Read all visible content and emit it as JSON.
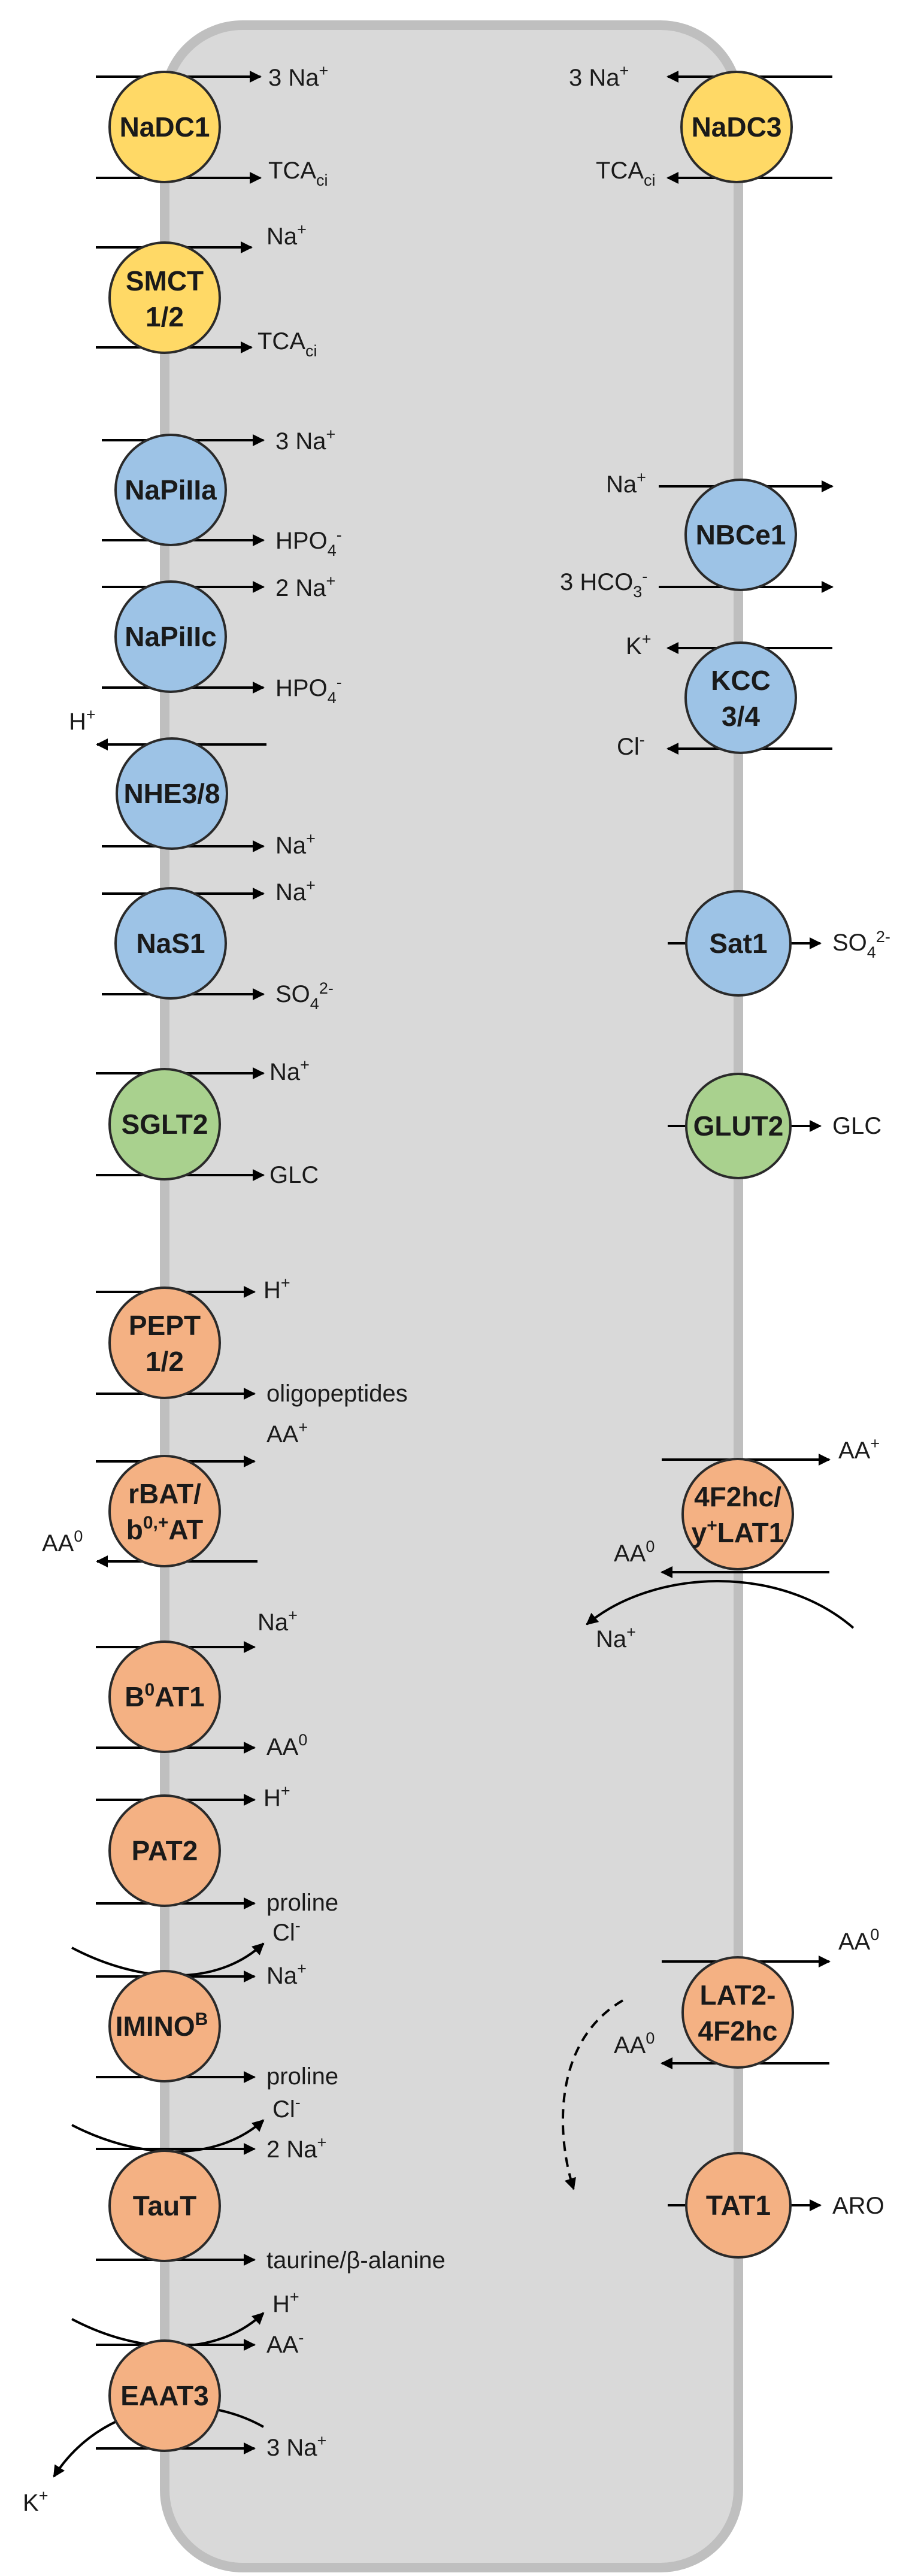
{
  "colors": {
    "yellow": "#FFD966",
    "blue": "#9DC3E6",
    "green": "#A9D18E",
    "orange": "#F4B183",
    "cell": "#D9D9D9",
    "cell_border": "#BFBFBF"
  },
  "transporters": {
    "nadc1": {
      "name": "NaDC1",
      "color": "yellow"
    },
    "nadc3": {
      "name": "NaDC3",
      "color": "yellow"
    },
    "smct": {
      "l1": "SMCT",
      "l2": "1/2",
      "color": "yellow"
    },
    "napiia": {
      "name": "NaPiIIa",
      "color": "blue"
    },
    "napiic": {
      "name": "NaPiIIc",
      "color": "blue"
    },
    "nbce1": {
      "name": "NBCe1",
      "color": "blue"
    },
    "kcc": {
      "l1": "KCC",
      "l2": "3/4",
      "color": "blue"
    },
    "nhe": {
      "name": "NHE3/8",
      "color": "blue"
    },
    "nas1": {
      "name": "NaS1",
      "color": "blue"
    },
    "sat1": {
      "name": "Sat1",
      "color": "blue"
    },
    "sglt2": {
      "name": "SGLT2",
      "color": "green"
    },
    "glut2": {
      "name": "GLUT2",
      "color": "green"
    },
    "pept": {
      "l1": "PEPT",
      "l2": "1/2",
      "color": "orange"
    },
    "rbat": {
      "l1": "rBAT/",
      "l2_base": "b",
      "l2_sup": "0,+",
      "l2_end": "AT",
      "color": "orange"
    },
    "f2hc": {
      "l1": "4F2hc/",
      "l2_base": "y",
      "l2_sup": "+",
      "l2_end": "LAT1",
      "color": "orange"
    },
    "b0at1": {
      "base": "B",
      "sup": "0",
      "end": "AT1",
      "color": "orange"
    },
    "pat2": {
      "name": "PAT2",
      "color": "orange"
    },
    "imino": {
      "base": "IMINO",
      "sup": "B",
      "color": "orange"
    },
    "lat2": {
      "l1": "LAT2-",
      "l2": "4F2hc",
      "color": "orange"
    },
    "taut": {
      "name": "TauT",
      "color": "orange"
    },
    "tat1": {
      "name": "TAT1",
      "color": "orange"
    },
    "eaat3": {
      "name": "EAAT3",
      "color": "orange"
    }
  },
  "labels": {
    "nadc1_na": {
      "base": "3 Na",
      "sup": "+"
    },
    "nadc1_tca": {
      "base": "TCA",
      "sub": "ci"
    },
    "nadc3_na": {
      "base": "3 Na",
      "sup": "+"
    },
    "nadc3_tca": {
      "base": "TCA",
      "sub": "ci"
    },
    "smct_na": {
      "base": "Na",
      "sup": "+"
    },
    "smct_tca": {
      "base": "TCA",
      "sub": "ci"
    },
    "napiia_na": {
      "base": "3 Na",
      "sup": "+"
    },
    "napiia_hpo": {
      "base": "HPO",
      "sub": "4",
      "sup": "-"
    },
    "nbce1_na": {
      "base": "Na",
      "sup": "+"
    },
    "nbce1_hco": {
      "base": "3 HCO",
      "sub": "3",
      "sup": "-"
    },
    "napiic_na": {
      "base": "2 Na",
      "sup": "+"
    },
    "napiic_hpo": {
      "base": "HPO",
      "sub": "4",
      "sup": "-"
    },
    "kcc_k": {
      "base": "K",
      "sup": "+"
    },
    "kcc_cl": {
      "base": "Cl",
      "sup": "-"
    },
    "nhe_h": {
      "base": "H",
      "sup": "+"
    },
    "nhe_na": {
      "base": "Na",
      "sup": "+"
    },
    "nas1_na": {
      "base": "Na",
      "sup": "+"
    },
    "nas1_so4": {
      "base": "SO",
      "sub": "4",
      "sup": "2-"
    },
    "sat1_so4": {
      "base": "SO",
      "sub": "4",
      "sup": "2-"
    },
    "sglt2_na": {
      "base": "Na",
      "sup": "+"
    },
    "sglt2_glc": {
      "base": "GLC"
    },
    "glut2_glc": {
      "base": "GLC"
    },
    "pept_h": {
      "base": "H",
      "sup": "+"
    },
    "pept_oligo": {
      "base": "oligopeptides"
    },
    "rbat_aa_plus": {
      "base": "AA",
      "sup": "+"
    },
    "rbat_aa0": {
      "base": "AA",
      "sup": "0"
    },
    "f2hc_aa_plus": {
      "base": "AA",
      "sup": "+"
    },
    "f2hc_aa0": {
      "base": "AA",
      "sup": "0"
    },
    "f2hc_na": {
      "base": "Na",
      "sup": "+"
    },
    "b0at1_na": {
      "base": "Na",
      "sup": "+"
    },
    "b0at1_aa0": {
      "base": "AA",
      "sup": "0"
    },
    "pat2_h": {
      "base": "H",
      "sup": "+"
    },
    "pat2_proline": {
      "base": "proline"
    },
    "imino_cl": {
      "base": "Cl",
      "sup": "-"
    },
    "imino_na": {
      "base": "Na",
      "sup": "+"
    },
    "imino_proline": {
      "base": "proline"
    },
    "lat2_aa0_out": {
      "base": "AA",
      "sup": "0"
    },
    "lat2_aa0_in": {
      "base": "AA",
      "sup": "0"
    },
    "taut_cl": {
      "base": "Cl",
      "sup": "-"
    },
    "taut_na": {
      "base": "2 Na",
      "sup": "+"
    },
    "taut_taurine": {
      "base": "taurine/β-alanine"
    },
    "tat1_aro": {
      "base": "ARO"
    },
    "eaat3_h": {
      "base": "H",
      "sup": "+"
    },
    "eaat3_aa": {
      "base": "AA",
      "sup": "-"
    },
    "eaat3_na": {
      "base": "3 Na",
      "sup": "+"
    },
    "eaat3_k": {
      "base": "K",
      "sup": "+"
    }
  }
}
